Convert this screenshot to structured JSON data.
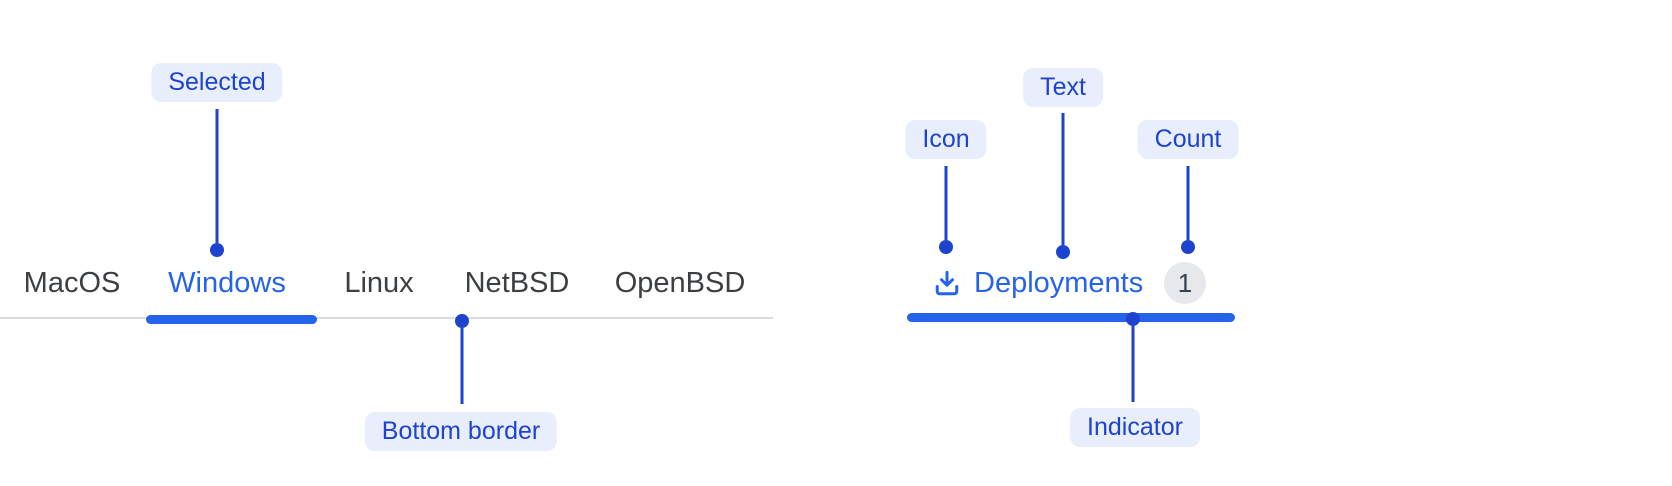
{
  "colors": {
    "annotation": "#1d43cf",
    "annotation_bg": "#e9eefc",
    "tab_active": "#2563eb",
    "tab_inactive": "#3c4043",
    "divider": "#dadce0",
    "count_bg": "#e7e8eb",
    "count_text": "#374151",
    "background": "#ffffff"
  },
  "annotations": {
    "selected": "Selected",
    "bottom_border": "Bottom border",
    "icon": "Icon",
    "text": "Text",
    "count": "Count",
    "indicator": "Indicator"
  },
  "basic_tabs": {
    "items": [
      {
        "label": "MacOS",
        "selected": false
      },
      {
        "label": "Windows",
        "selected": true
      },
      {
        "label": "Linux",
        "selected": false
      },
      {
        "label": "NetBSD",
        "selected": false
      },
      {
        "label": "OpenBSD",
        "selected": false
      }
    ]
  },
  "deployments_tab": {
    "icon": "download-icon",
    "label": "Deployments",
    "count": "1",
    "selected": true
  }
}
